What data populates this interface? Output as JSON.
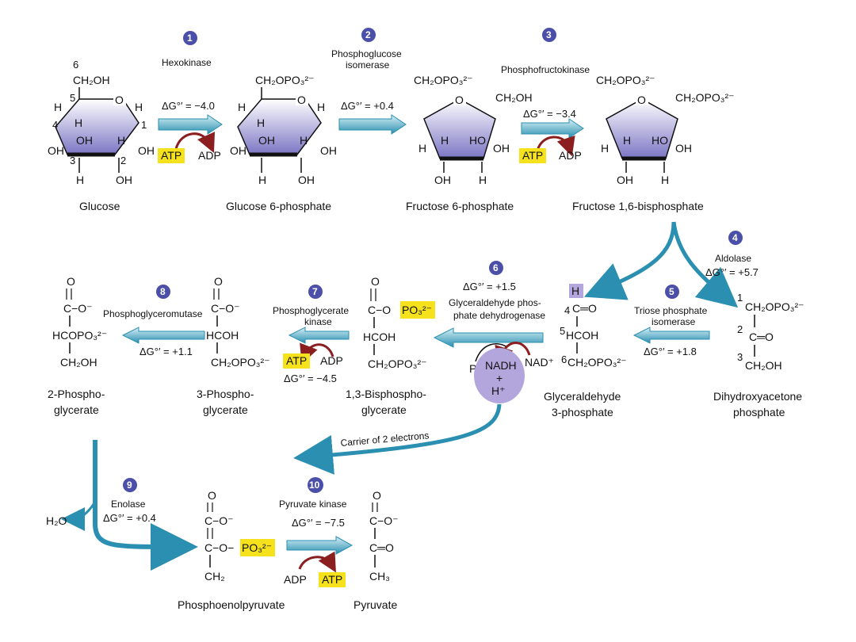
{
  "colors": {
    "badge": "#4b4fa8",
    "arrow": "#2a8fb0",
    "arrow_light": "#cfeaf2",
    "ring_top": "#ffffff",
    "ring_bottom": "#7b75c4",
    "highlight": "#f5e21c",
    "cofactor_bubble": "#b3a6dd",
    "curved_arrow": "#8b1e1e"
  },
  "glucose": {
    "label": "Glucose",
    "c6": "6",
    "ch2oh": "CH₂OH",
    "c5": "5",
    "c4": "4",
    "c3": "3",
    "c2": "2",
    "c1": "1",
    "H": "H",
    "OH": "OH",
    "O": "O"
  },
  "g6p": {
    "label": "Glucose 6-phosphate",
    "ch2": "CH₂OPO₃²⁻"
  },
  "f6p": {
    "label": "Fructose 6-phosphate",
    "ch2a": "CH₂OPO₃²⁻",
    "ch2b": "CH₂OH",
    "HO": "HO"
  },
  "f16bp": {
    "label": "Fructose 1,6-bisphosphate",
    "ch2a": "CH₂OPO₃²⁻",
    "ch2b": "CH₂OPO₃²⁻"
  },
  "steps": {
    "s1": {
      "num": "1",
      "enzyme": "Hexokinase",
      "dg": "ΔG°′ = −4.0",
      "atp": "ATP",
      "adp": "ADP"
    },
    "s2": {
      "num": "2",
      "enzyme1": "Phosphoglucose",
      "enzyme2": "isomerase",
      "dg": "ΔG°′ = +0.4"
    },
    "s3": {
      "num": "3",
      "enzyme": "Phosphofructokinase",
      "dg": "ΔG°′ = −3.4",
      "atp": "ATP",
      "adp": "ADP"
    },
    "s4": {
      "num": "4",
      "enzyme": "Aldolase",
      "dg": "ΔG°′ = +5.7"
    },
    "s5": {
      "num": "5",
      "enzyme1": "Triose phosphate",
      "enzyme2": "isomerase",
      "dg": "ΔG°′ = +1.8"
    },
    "s6": {
      "num": "6",
      "dg": "ΔG°′ = +1.5",
      "enzyme1": "Glyceraldehyde phos-",
      "enzyme2": "phate dehydrogenase",
      "pi": "Pᵢ",
      "nad": "NAD⁺",
      "nadh": "NADH",
      "plus": "+",
      "hplus": "H⁺"
    },
    "s7": {
      "num": "7",
      "enzyme1": "Phosphoglycerate",
      "enzyme2": "kinase",
      "dg": "ΔG°′ = −4.5",
      "atp": "ATP",
      "adp": "ADP"
    },
    "s8": {
      "num": "8",
      "enzyme": "Phosphoglyceromutase",
      "dg": "ΔG°′ = +1.1"
    },
    "s9": {
      "num": "9",
      "enzyme": "Enolase",
      "dg": "ΔG°′ = +0.4",
      "h2o": "H₂O"
    },
    "s10": {
      "num": "10",
      "enzyme": "Pyruvate kinase",
      "dg": "ΔG°′ = −7.5",
      "adp": "ADP",
      "atp": "ATP"
    }
  },
  "carrier_label": "Carrier of 2 electrons",
  "dhap": {
    "line1": "Dihydroxyacetone",
    "line2": "phosphate",
    "c1": "1",
    "r1": "CH₂OPO₃²⁻",
    "c2": "2",
    "r2": "C═O",
    "c3": "3",
    "r3": "CH₂OH"
  },
  "gap": {
    "line1": "Glyceraldehyde",
    "line2": "3-phosphate",
    "h": "H",
    "c4": "4",
    "r1": "C═O",
    "c5": "5",
    "r2": "HCOH",
    "c6": "6",
    "r3": "CH₂OPO₃²⁻"
  },
  "bpg": {
    "line1": "1,3-Bisphospho-",
    "line2": "glycerate",
    "o": "O",
    "r1": "C−O",
    "po3": "PO₃²⁻",
    "r2": "HCOH",
    "r3": "CH₂OPO₃²⁻"
  },
  "pg3": {
    "line1": "3-Phospho-",
    "line2": "glycerate",
    "o": "O",
    "r1": "C−O⁻",
    "r2": "HCOH",
    "r3": "CH₂OPO₃²⁻"
  },
  "pg2": {
    "line1": "2-Phospho-",
    "line2": "glycerate",
    "o": "O",
    "r1": "C−O⁻",
    "r2": "HCOPO₃²⁻",
    "r3": "CH₂OH"
  },
  "pep": {
    "label": "Phosphoenolpyruvate",
    "o": "O",
    "r1": "C−O⁻",
    "r2": "C−O−",
    "po3": "PO₃²⁻",
    "r3": "CH₂"
  },
  "pyruvate": {
    "label": "Pyruvate",
    "o": "O",
    "r1": "C−O⁻",
    "r2": "C═O",
    "r3": "CH₃"
  }
}
